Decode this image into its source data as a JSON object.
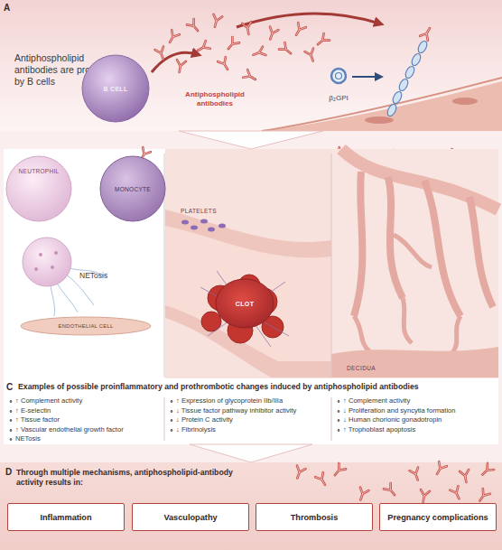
{
  "diagram": {
    "nodes": [
      {
        "text": [
          "Antiphospholipid antibodies are produced by B cells"
        ]
      },
      {
        "text": [
          "B CELL"
        ],
        "in": 0
      },
      {
        "text": [
          "Examples of possible proinflammatory and prothrombotic changes induced by antiphospholipid antibodies"
        ]
      },
      {
        "text": [
          "↑ Complement activity",
          "↑ E-selectin",
          "↑ Tissue factor",
          "↑ Vascular endothelial growth factor",
          "NETosis"
        ],
        "in": 2
      },
      {
        "text": [
          "NEUTROPHIL"
        ],
        "in": 3
      },
      {
        "text": [
          "MONOCYTE"
        ],
        "in": 3
      },
      {
        "text": [
          "ENDOTHELIAL CELL"
        ],
        "in": 3
      },
      {
        "text": [
          "↑ Expression of glycoprotein IIb/IIIa",
          "↓ Tissue factor pathway inhibitor activity",
          "↓ Protein C activity",
          "↓ Fibrinolysis"
        ],
        "in": 2
      },
      {
        "text": [
          "CLOT"
        ],
        "in": 7
      },
      {
        "text": [
          "↑ Complement activity",
          "↓ Proliferation and syncytia formation",
          "↓ Human chorionic gonadotropin",
          "↑ Trophoblast apoptosis"
        ],
        "in": 2
      },
      {
        "text": [
          "Through multiple mechanisms, antiphospholipid-antibody activity results in:"
        ]
      },
      {
        "text": [
          "Inflammation"
        ],
        "in": 10
      },
      {
        "text": [
          "Vasculopathy"
        ],
        "in": 10
      },
      {
        "text": [
          "Thrombosis"
        ],
        "in": 10
      },
      {
        "text": [
          "Pregnancy complications"
        ],
        "in": 10
      }
    ],
    "edges": [
      {
        "from": 0,
        "to": 2,
        "arrow": "to"
      },
      {
        "from": 2,
        "to": 10,
        "arrow": "to"
      }
    ],
    "labels": [
      "A",
      "Antiphospholipid antibodies",
      "β₂GPI",
      "NETosis",
      "PLATELETS",
      "DECIDUA",
      "C",
      "D"
    ]
  }
}
